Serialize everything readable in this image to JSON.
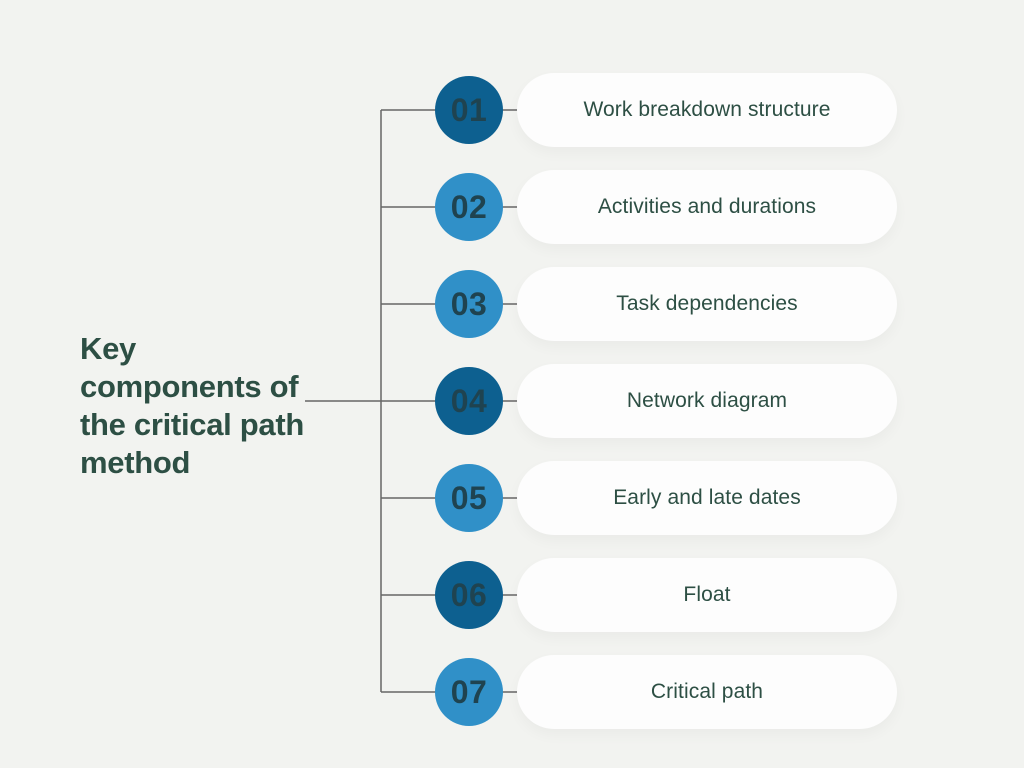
{
  "title": {
    "full_text": "Key components of the critical path method",
    "lines": [
      "Key",
      "components of",
      "the critical path",
      "method"
    ]
  },
  "items": [
    {
      "number": "01",
      "label": "Work breakdown structure",
      "tone": "dark"
    },
    {
      "number": "02",
      "label": "Activities and durations",
      "tone": "light"
    },
    {
      "number": "03",
      "label": "Task dependencies",
      "tone": "light"
    },
    {
      "number": "04",
      "label": "Network diagram",
      "tone": "dark"
    },
    {
      "number": "05",
      "label": "Early and late dates",
      "tone": "light"
    },
    {
      "number": "06",
      "label": "Float",
      "tone": "dark"
    },
    {
      "number": "07",
      "label": "Critical path",
      "tone": "light"
    }
  ],
  "colors": {
    "background": "#f2f3f0",
    "pill": "#fdfdfd",
    "circle_dark": "#0d6090",
    "circle_light": "#3090c8",
    "text": "#2d4f44",
    "number": "#1f4350",
    "line": "#666666"
  }
}
